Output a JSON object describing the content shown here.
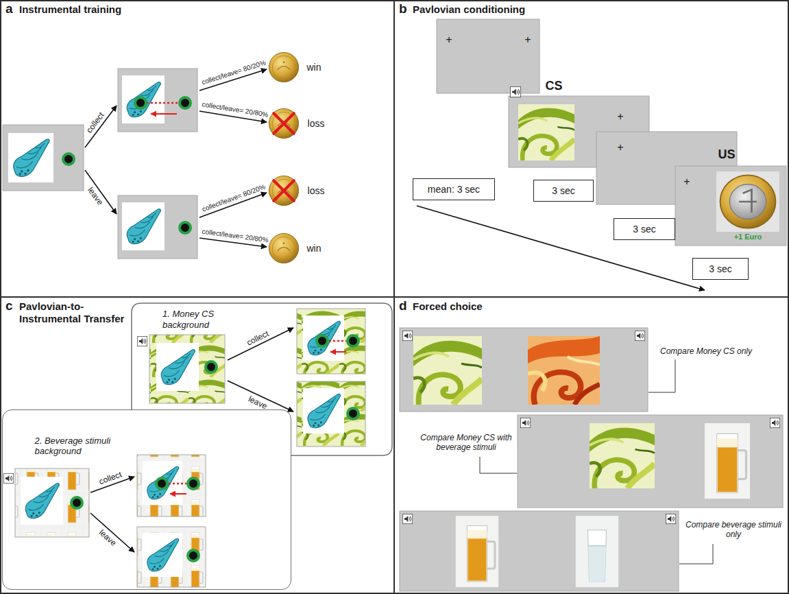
{
  "diagram": {
    "nodes": [
      {
        "text": [
          "a",
          "Instrumental training"
        ]
      },
      {
        "text": [
          "b",
          "Pavlovian conditioning"
        ]
      },
      {
        "text": [
          "+",
          "+"
        ],
        "in": 1
      },
      {
        "text": [
          "CS",
          "+"
        ],
        "in": 1
      },
      {
        "text": [
          "+"
        ],
        "in": 1
      },
      {
        "text": [
          "US",
          "+",
          "+1 Euro"
        ],
        "in": 1
      },
      {
        "text": [
          "mean: 3 sec"
        ],
        "in": 1
      },
      {
        "text": [
          "3 sec"
        ],
        "in": 1
      },
      {
        "text": [
          "3 sec"
        ],
        "in": 1
      },
      {
        "text": [
          "3 sec"
        ],
        "in": 1
      },
      {
        "text": [
          "c",
          "Pavlovian-to- Instrumental Transfer"
        ]
      },
      {
        "text": [
          "1. Money CS background"
        ],
        "in": 10
      },
      {
        "text": [
          "2. Beverage stimuli background"
        ],
        "in": 10
      },
      {
        "text": [
          "d",
          "Forced choice"
        ]
      }
    ],
    "labels": [
      "collect",
      "leave",
      "collect/leave= 80/20%",
      "collect/leave= 20/80%",
      "win",
      "loss",
      "collect/leave= 80/20%",
      "collect/leave= 20/80%",
      "loss",
      "win",
      "collect",
      "leave",
      "collect",
      "leave",
      "Compare Money CS only",
      "Compare Money CS with beverage stimuli",
      "Compare beverage stimuli only"
    ]
  }
}
